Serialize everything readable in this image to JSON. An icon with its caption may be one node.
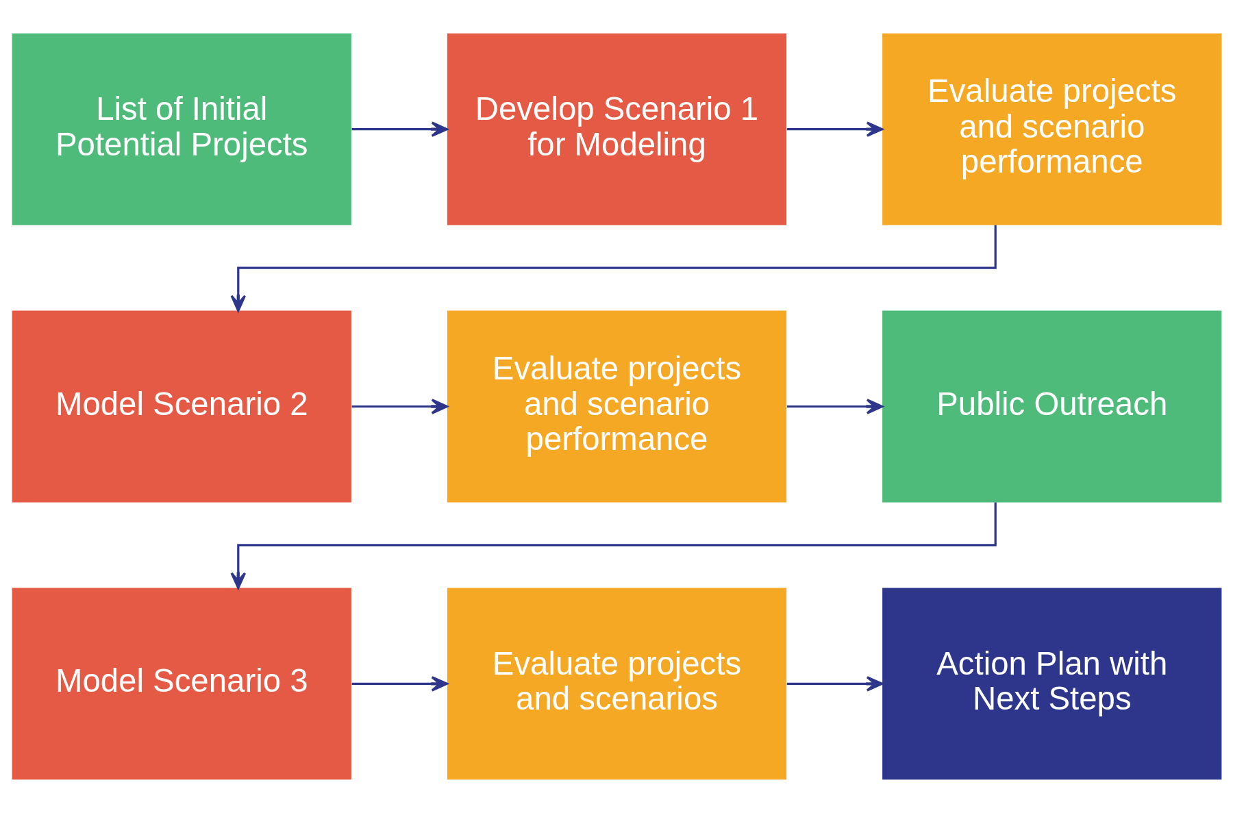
{
  "diagram": {
    "nodes": [
      {
        "text": [
          "List of Initial Potential Projects"
        ]
      },
      {
        "text": [
          "Develop Scenario 1 for Modeling"
        ]
      },
      {
        "text": [
          "Evaluate projects and scenario performance"
        ]
      },
      {
        "text": [
          "Model Scenario 2"
        ]
      },
      {
        "text": [
          "Evaluate projects and scenario performance"
        ]
      },
      {
        "text": [
          "Public Outreach"
        ]
      },
      {
        "text": [
          "Model Scenario 3"
        ]
      },
      {
        "text": [
          "Evaluate projects and scenarios"
        ]
      },
      {
        "text": [
          "Action Plan with Next Steps"
        ]
      }
    ],
    "edges": [
      {
        "from": 0,
        "to": 1,
        "arrow": "to"
      },
      {
        "from": 1,
        "to": 2,
        "arrow": "to"
      },
      {
        "from": 2,
        "to": 3,
        "arrow": "to"
      },
      {
        "from": 3,
        "to": 4,
        "arrow": "to"
      },
      {
        "from": 4,
        "to": 5,
        "arrow": "to"
      },
      {
        "from": 5,
        "to": 6,
        "arrow": "to"
      },
      {
        "from": 6,
        "to": 7,
        "arrow": "to"
      },
      {
        "from": 7,
        "to": 8,
        "arrow": "to"
      }
    ]
  }
}
